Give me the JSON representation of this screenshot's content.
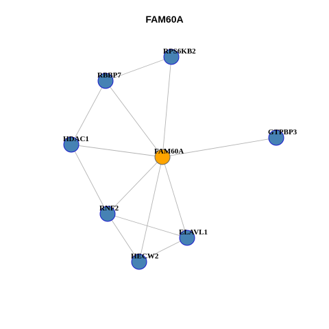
{
  "title": "FAM60A",
  "colors": {
    "node_fill": "#4682b4",
    "node_stroke": "#1a1acc",
    "center_fill": "#ffa500",
    "edge": "#b3b3b3"
  },
  "graph": {
    "center": "FAM60A",
    "nodes": [
      "RPS6KB2",
      "RBBP7",
      "GTPBP3",
      "HDAC1",
      "FAM60A",
      "RNF2",
      "ELAVL1",
      "HECW2"
    ],
    "edges": [
      [
        "RBBP7",
        "RPS6KB2"
      ],
      [
        "RPS6KB2",
        "FAM60A"
      ],
      [
        "RBBP7",
        "FAM60A"
      ],
      [
        "RBBP7",
        "HDAC1"
      ],
      [
        "HDAC1",
        "FAM60A"
      ],
      [
        "HDAC1",
        "RNF2"
      ],
      [
        "FAM60A",
        "GTPBP3"
      ],
      [
        "FAM60A",
        "RNF2"
      ],
      [
        "FAM60A",
        "ELAVL1"
      ],
      [
        "FAM60A",
        "HECW2"
      ],
      [
        "RNF2",
        "ELAVL1"
      ],
      [
        "RNF2",
        "HECW2"
      ],
      [
        "HECW2",
        "ELAVL1"
      ]
    ]
  }
}
